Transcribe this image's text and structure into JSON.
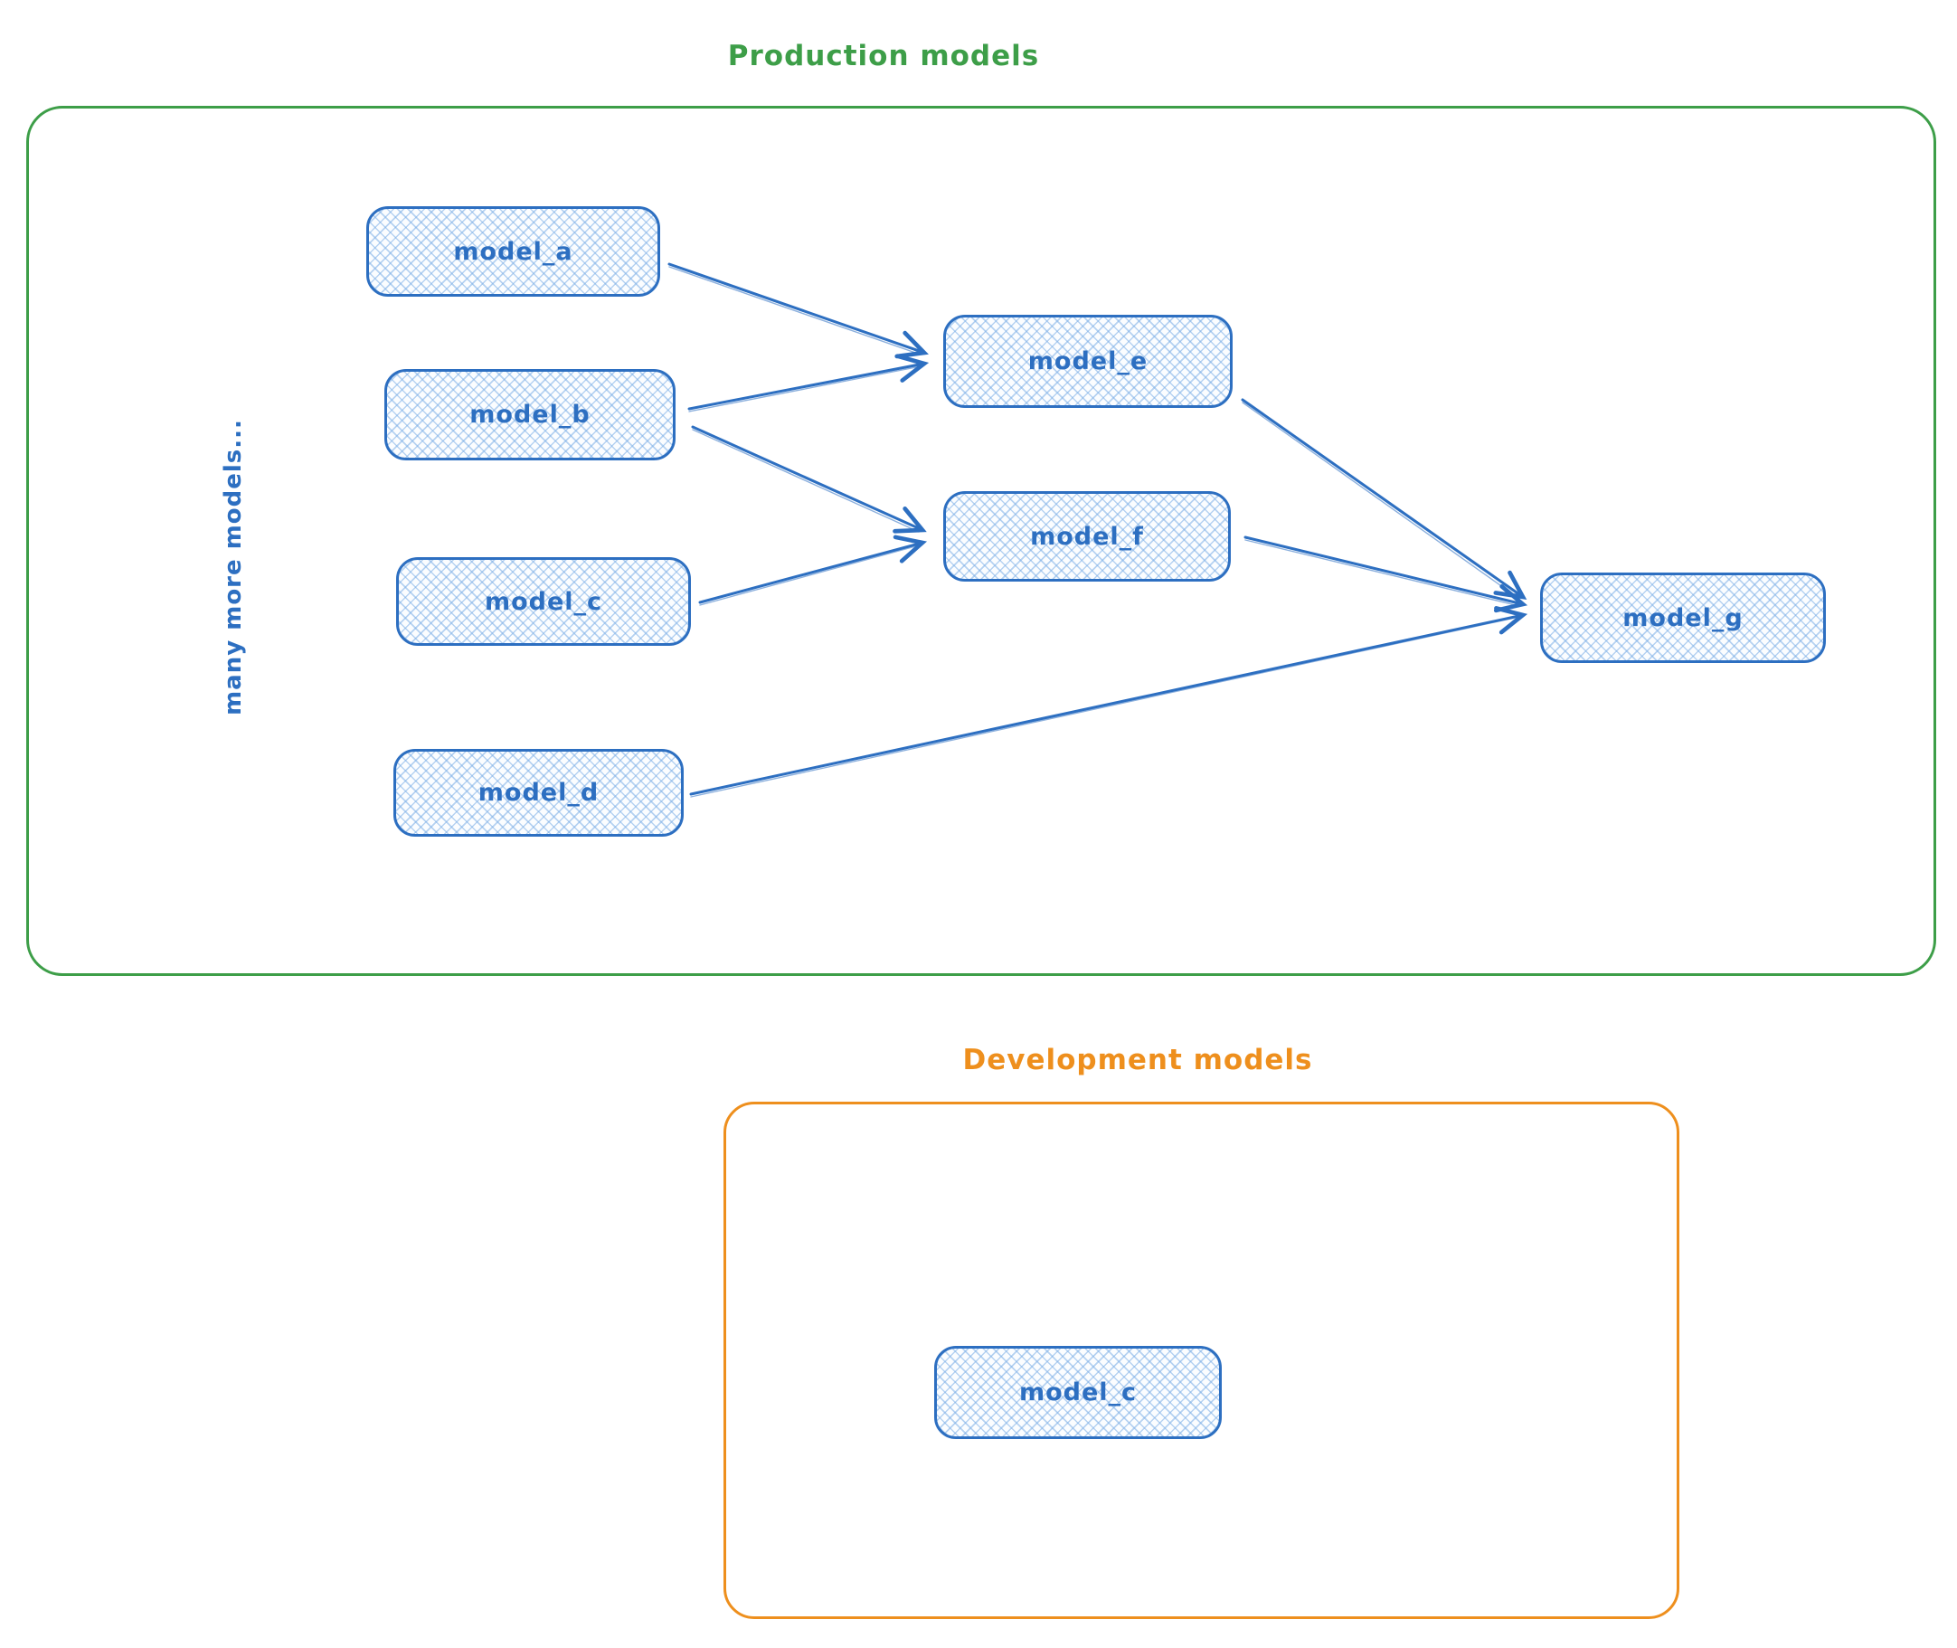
{
  "production": {
    "title": "Production models",
    "side_note": "many more models...",
    "nodes": [
      {
        "id": "model_a",
        "label": "model_a"
      },
      {
        "id": "model_b",
        "label": "model_b"
      },
      {
        "id": "model_c",
        "label": "model_c"
      },
      {
        "id": "model_d",
        "label": "model_d"
      },
      {
        "id": "model_e",
        "label": "model_e"
      },
      {
        "id": "model_f",
        "label": "model_f"
      },
      {
        "id": "model_g",
        "label": "model_g"
      }
    ],
    "edges": [
      {
        "from": "model_a",
        "to": "model_e"
      },
      {
        "from": "model_b",
        "to": "model_e"
      },
      {
        "from": "model_b",
        "to": "model_f"
      },
      {
        "from": "model_c",
        "to": "model_f"
      },
      {
        "from": "model_e",
        "to": "model_g"
      },
      {
        "from": "model_f",
        "to": "model_g"
      },
      {
        "from": "model_d",
        "to": "model_g"
      }
    ]
  },
  "development": {
    "title": "Development models",
    "nodes": [
      {
        "id": "model_c",
        "label": "model_c"
      }
    ]
  },
  "colors": {
    "production_border": "#3d9e48",
    "development_border": "#ee8f1d",
    "node_border": "#2d6fc1",
    "node_text": "#2d6fc1",
    "node_fill_hatch": "#cde1f6",
    "background": "#ffffff"
  }
}
